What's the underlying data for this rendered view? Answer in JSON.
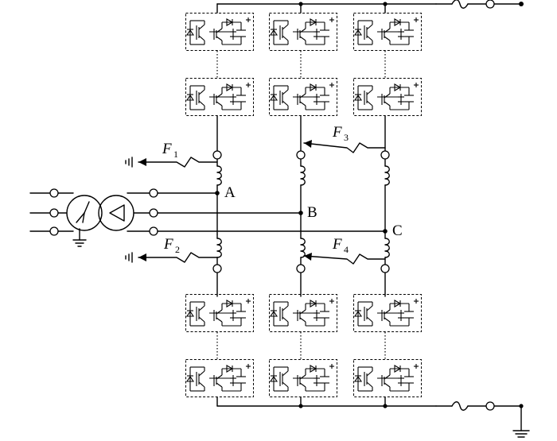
{
  "diagram": {
    "nodes": {
      "a": "A",
      "b": "B",
      "c": "C"
    },
    "faults": [
      {
        "letter": "F",
        "sub": "1"
      },
      {
        "letter": "F",
        "sub": "2"
      },
      {
        "letter": "F",
        "sub": "3"
      },
      {
        "letter": "F",
        "sub": "4"
      }
    ],
    "icons": {
      "submodule": "half-bridge-submodule-icon",
      "transformer": "transformer-icon",
      "inductor": "arm-inductor-icon",
      "ground": "ground-icon",
      "fault": "fault-arrow-icon"
    }
  }
}
